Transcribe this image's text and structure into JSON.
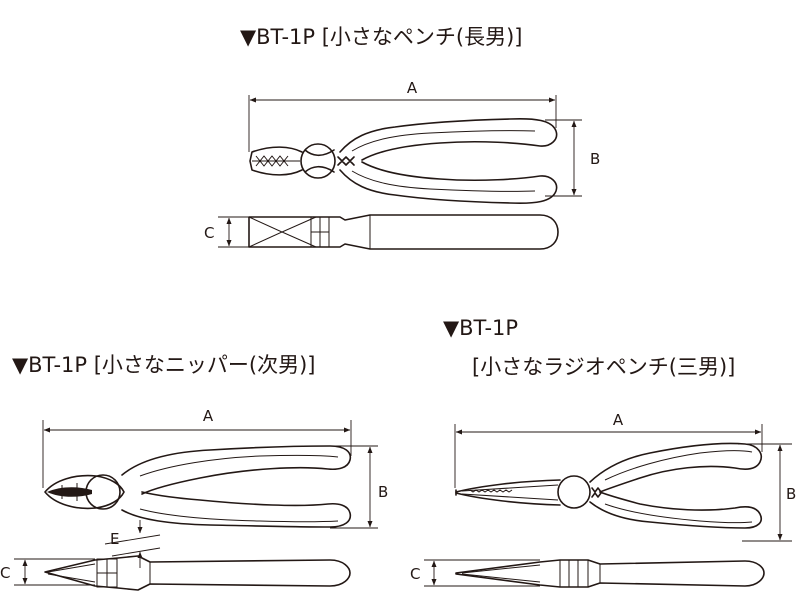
{
  "products": [
    {
      "title": "▼BT-1P [小さなペンチ(長男)]",
      "dims": {
        "a": "A",
        "b": "B",
        "c": "C"
      }
    },
    {
      "title": "▼BT-1P [小さなニッパー(次男)]",
      "dims": {
        "a": "A",
        "b": "B",
        "c": "C",
        "e": "E"
      }
    },
    {
      "title_line1": "▼BT-1P",
      "title_line2": "[小さなラジオペンチ(三男)]",
      "dims": {
        "a": "A",
        "b": "B",
        "c": "C"
      }
    }
  ]
}
